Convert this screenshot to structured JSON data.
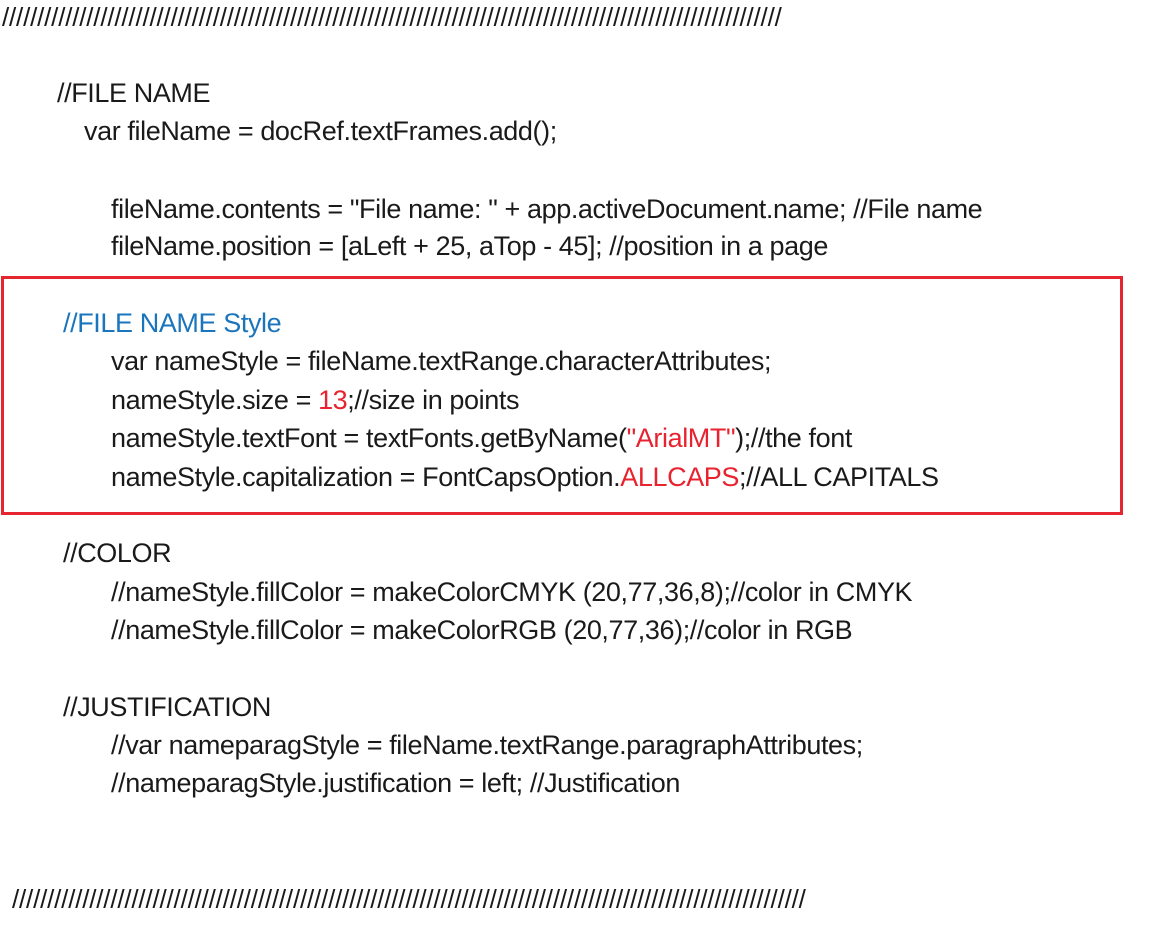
{
  "top_rule": "///////////////////////////////////////////////////////////////////////////////////////////////////////////////",
  "bottom_rule": "/////////////////////////////////////////////////////////////////////////////////////////////////////////////////",
  "file_name": {
    "comment": "//FILE NAME",
    "line1": "var fileName = docRef.textFrames.add();",
    "line2": "fileName.contents = \"File name: \" + app.activeDocument.name; //File name",
    "line3": "fileName.position = [aLeft + 25, aTop - 45]; //position in a page"
  },
  "style": {
    "comment": "//FILE NAME Style",
    "line1": "var nameStyle = fileName.textRange.characterAttributes;",
    "line2_a": "nameStyle.size = ",
    "line2_val": "13",
    "line2_b": ";//size in points",
    "line3_a": "nameStyle.textFont = textFonts.getByName(",
    "line3_val": "\"ArialMT\"",
    "line3_b": ");//the font",
    "line4_a": "nameStyle.capitalization = FontCapsOption.",
    "line4_val": "ALLCAPS",
    "line4_b": ";//ALL CAPITALS"
  },
  "color": {
    "comment": "//COLOR",
    "line1": "//nameStyle.fillColor = makeColorCMYK (20,77,36,8);//color in CMYK",
    "line2": "//nameStyle.fillColor = makeColorRGB (20,77,36);//color in RGB"
  },
  "justification": {
    "comment": "//JUSTIFICATION",
    "line1": "//var nameparagStyle = fileName.textRange.paragraphAttributes;",
    "line2": "//nameparagStyle.justification = left; //Justification"
  },
  "colors": {
    "comment_blue": "#1a75bc",
    "value_red": "#e8232f",
    "box_border": "#e52530",
    "text": "#1a1a1a"
  }
}
